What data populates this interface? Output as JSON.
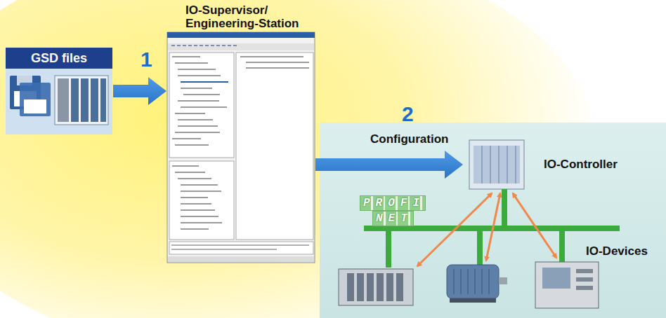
{
  "diagram": {
    "nodes": [
      {
        "text": [
          "GSD files"
        ]
      },
      {
        "text": [
          "IO-Supervisor/ Engineering-Station"
        ]
      },
      {
        "text": [
          "IO-Controller"
        ]
      }
    ],
    "edges": [
      {
        "from": 0,
        "to": 1,
        "arrow": "to",
        "label": "1"
      },
      {
        "from": 1,
        "to": 2,
        "arrow": "to",
        "label": "Configuration"
      }
    ],
    "labels": [
      "2",
      "PROFI",
      "NET",
      "IO-Devices"
    ]
  }
}
